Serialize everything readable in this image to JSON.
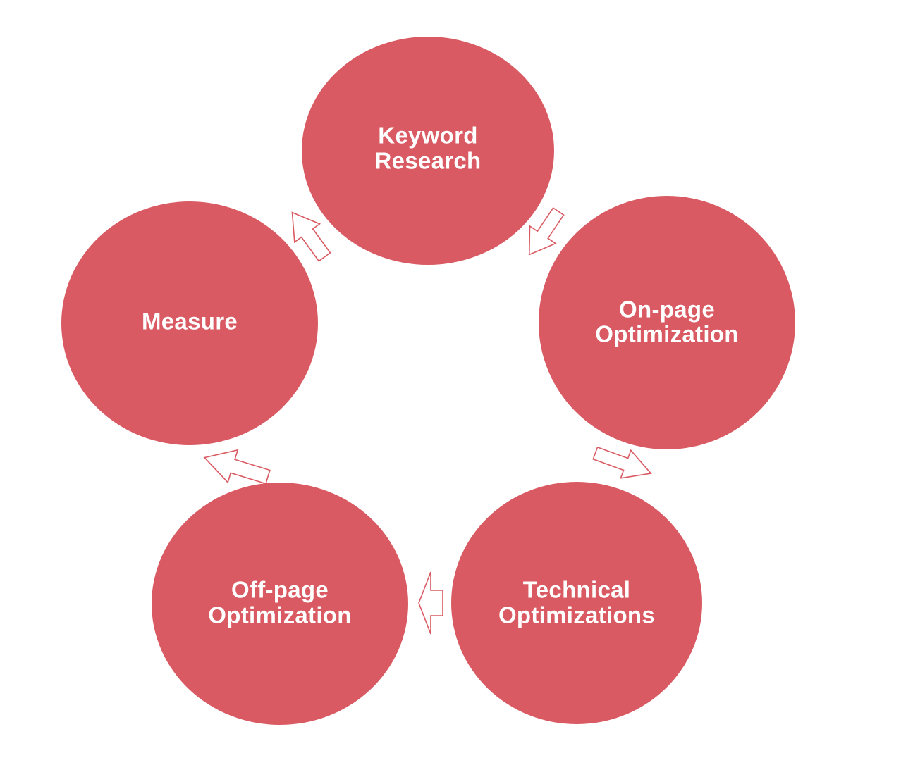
{
  "colors": {
    "circle_fill": "#d95a62",
    "arrow_stroke": "#d95a62",
    "label_color": "#ffffff",
    "background": "#ffffff"
  },
  "stages": [
    {
      "id": "keyword-research",
      "lines": [
        "Keyword",
        "Research"
      ]
    },
    {
      "id": "on-page-optimization",
      "lines": [
        "On-page",
        "Optimization"
      ]
    },
    {
      "id": "technical-optimizations",
      "lines": [
        "Technical",
        "Optimizations"
      ]
    },
    {
      "id": "off-page-optimization",
      "lines": [
        "Off-page",
        "Optimization"
      ]
    },
    {
      "id": "measure",
      "lines": [
        "Measure"
      ]
    }
  ],
  "arrows": [
    {
      "from": "keyword-research",
      "to": "on-page-optimization",
      "icon": "arrow-icon"
    },
    {
      "from": "on-page-optimization",
      "to": "technical-optimizations",
      "icon": "arrow-icon"
    },
    {
      "from": "technical-optimizations",
      "to": "off-page-optimization",
      "icon": "arrow-icon"
    },
    {
      "from": "off-page-optimization",
      "to": "measure",
      "icon": "arrow-icon"
    },
    {
      "from": "measure",
      "to": "keyword-research",
      "icon": "arrow-icon"
    }
  ]
}
